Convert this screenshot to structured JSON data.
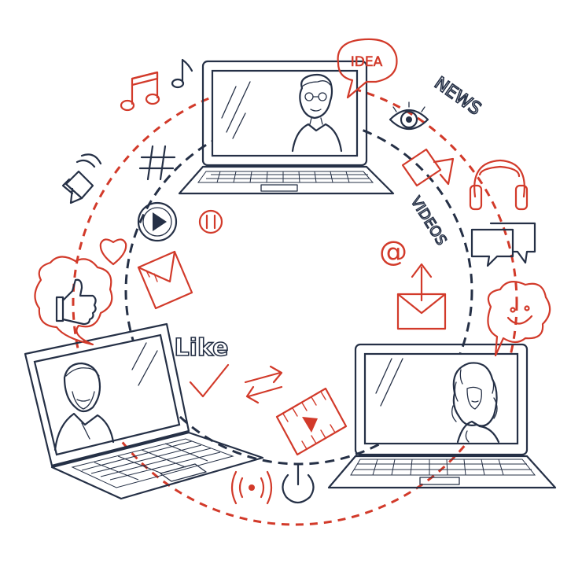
{
  "labels": {
    "idea": "IDEA",
    "news": "NEWS",
    "videos": "VIDEOS",
    "like": "Like",
    "hashtag": "#",
    "at": "@"
  },
  "colors": {
    "ink": "#253046",
    "accent": "#d23a2a",
    "background": "#ffffff"
  },
  "icons": [
    "music-note-icon",
    "music-eighth-note-icon",
    "megaphone-icon",
    "hashtag-icon",
    "play-button-icon",
    "pause-button-icon",
    "heart-icon",
    "envelope-icon",
    "thumbs-up-icon",
    "idea-bubble-icon",
    "eye-icon",
    "video-camera-icon",
    "headphones-icon",
    "chat-bubbles-icon",
    "at-sign-icon",
    "mail-upload-icon",
    "smiley-bubble-icon",
    "checkmark-icon",
    "exchange-arrows-icon",
    "film-strip-icon",
    "wifi-signal-icon",
    "power-icon"
  ]
}
